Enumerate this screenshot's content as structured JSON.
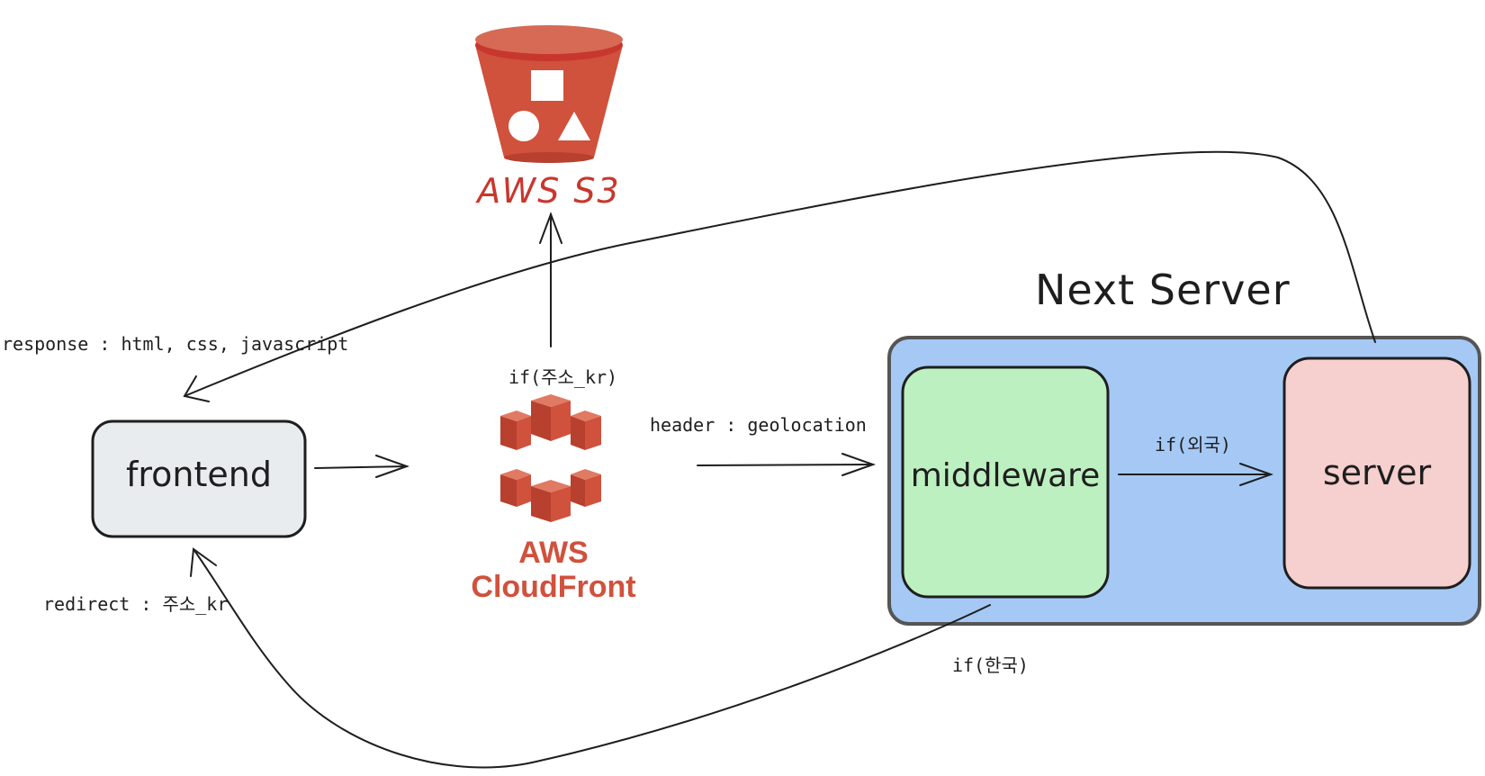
{
  "nodes": {
    "s3": {
      "label": "AWS S3"
    },
    "cloudfront": {
      "label_line1": "AWS",
      "label_line2": "CloudFront"
    },
    "frontend": {
      "label": "frontend"
    },
    "next_server": {
      "label": "Next Server"
    },
    "middleware": {
      "label": "middleware"
    },
    "server": {
      "label": "server"
    }
  },
  "edges": {
    "response": "response : html, css, javascript",
    "if_kr_s3": "if(주소_kr)",
    "header": "header : geolocation",
    "if_foreign": "if(외국)",
    "if_korea": "if(한국)",
    "redirect": "redirect : 주소_kr"
  },
  "colors": {
    "frontend_fill": "#e9ecef",
    "next_server_fill": "#a5c9f4",
    "middleware_fill": "#bdf0c0",
    "server_fill": "#f6cfcf",
    "aws_red": "#d0513c"
  }
}
